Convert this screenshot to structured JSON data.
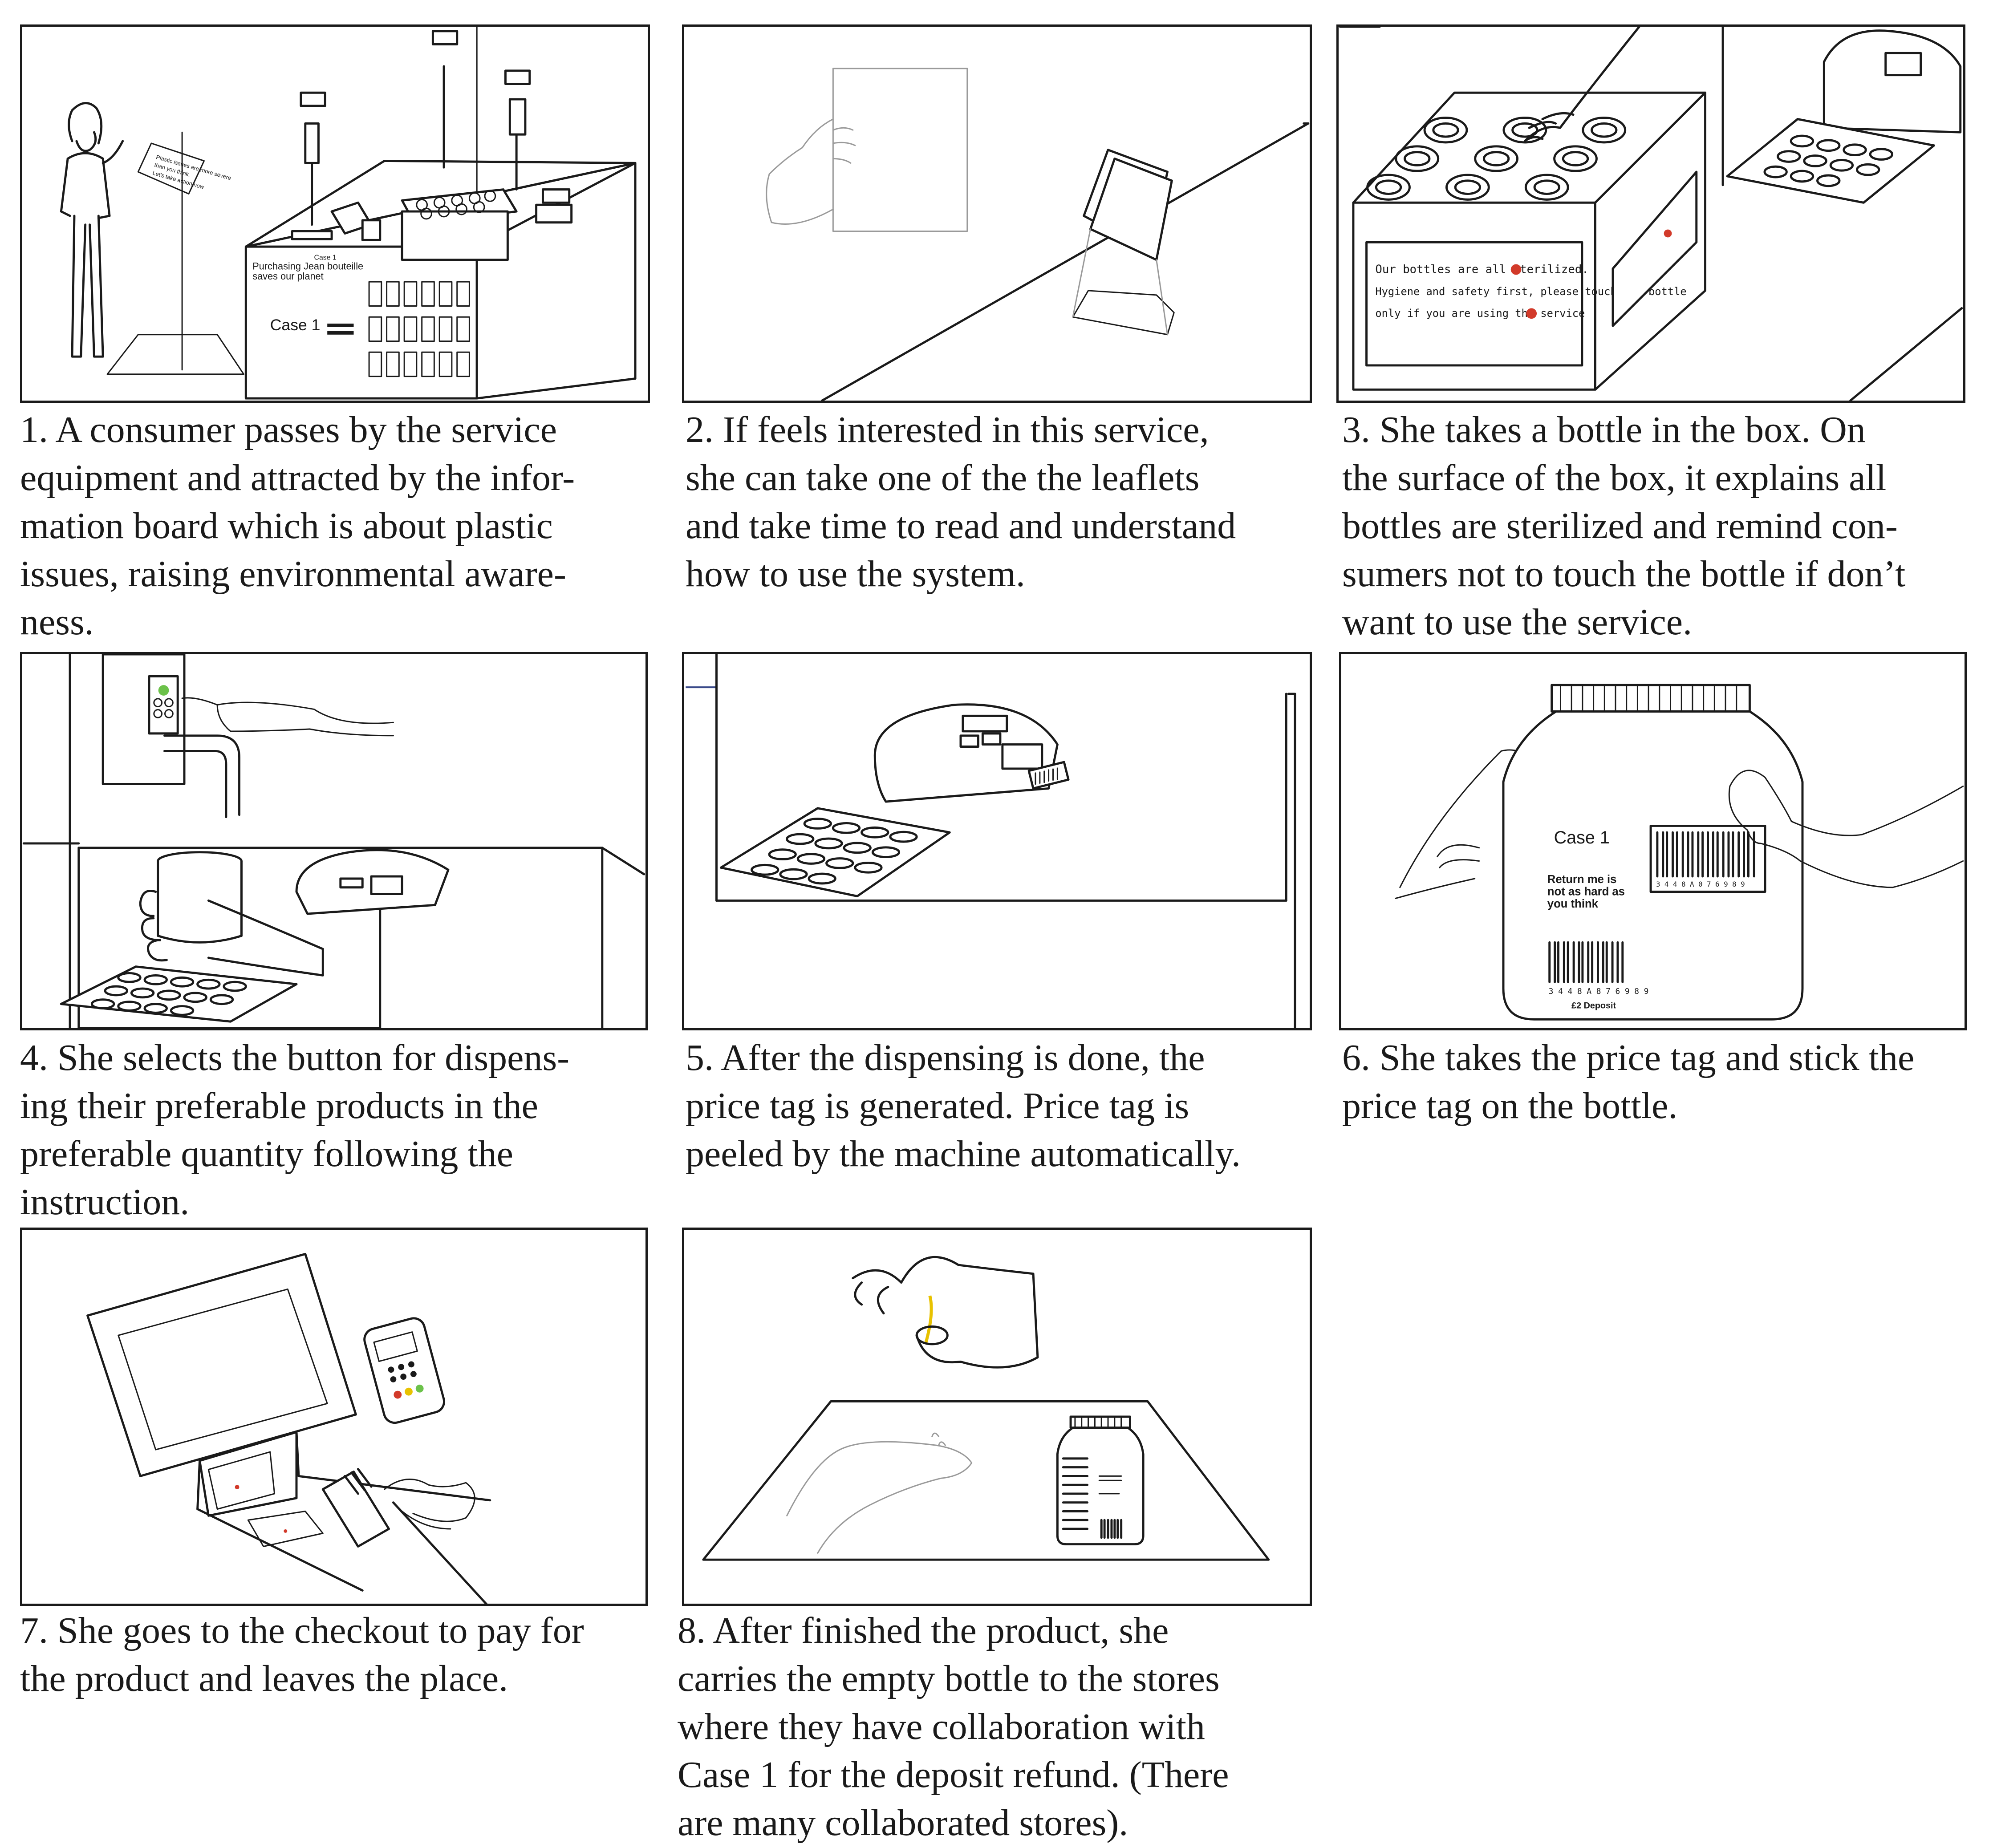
{
  "steps": [
    {
      "caption": [
        "1. A consumer passes by the service",
        "equipment and attracted by the infor-",
        "mation board which is about plastic",
        "issues, raising environmental aware-",
        "ness."
      ],
      "labels": {
        "sign_line1": "Plastic issues are more severe",
        "sign_line2": "than you think.",
        "sign_line3": "Let's take action now",
        "brand": "Case 1",
        "slogan_line1": "Purchasing Jean bouteille",
        "slogan_line2": "saves our planet",
        "equation_label": "Case 1"
      }
    },
    {
      "caption": [
        "2. If feels interested in this service,",
        "she can take one of the the leaflets",
        "and take time to read and understand",
        "how to use the system."
      ]
    },
    {
      "caption": [
        "3. She takes a bottle in the box.  On",
        "the surface of the box, it explains all",
        "bottles are sterilized and remind con-",
        "sumers not to touch the bottle if don’t",
        "want to use the service."
      ],
      "labels": {
        "notice_line1": "Our bottles are all sterilized.",
        "notice_line2": "Hygiene and safety first, please touch the bottle",
        "notice_line3": "only if you are using the service"
      }
    },
    {
      "caption": [
        "4. She selects the button for dispens-",
        "ing their preferable products in the",
        "preferable quantity following the",
        "instruction."
      ]
    },
    {
      "caption": [
        "5. After the dispensing is done, the",
        "price tag is generated. Price tag is",
        "peeled by the machine automatically."
      ]
    },
    {
      "caption": [
        "6. She takes the price tag and stick the",
        "price tag on the bottle."
      ],
      "labels": {
        "jar_brand": "Case 1",
        "jar_line1": "Return me is",
        "jar_line2": "not as hard as",
        "jar_line3": "you think",
        "barcode_tag": "3 4 4 8 A 0 7 6 9 8 9",
        "barcode_jar": "3 4 4 8 A 8 7 6 9 8 9",
        "deposit": "£2 Deposit"
      }
    },
    {
      "caption": [
        "7. She goes to the checkout to pay for",
        "the product and leaves the place."
      ]
    },
    {
      "caption": [
        "8. After finished the product, she",
        "carries the empty bottle to the stores",
        "where they have collaboration with",
        "Case 1 for the deposit refund. (There",
        "are many collaborated stores)."
      ]
    }
  ],
  "colors": {
    "ink": "#1a1a1a",
    "paper": "#ffffff",
    "accent_red": "#d23a2a",
    "accent_green": "#6cc24a",
    "accent_yellow": "#e8c200"
  }
}
